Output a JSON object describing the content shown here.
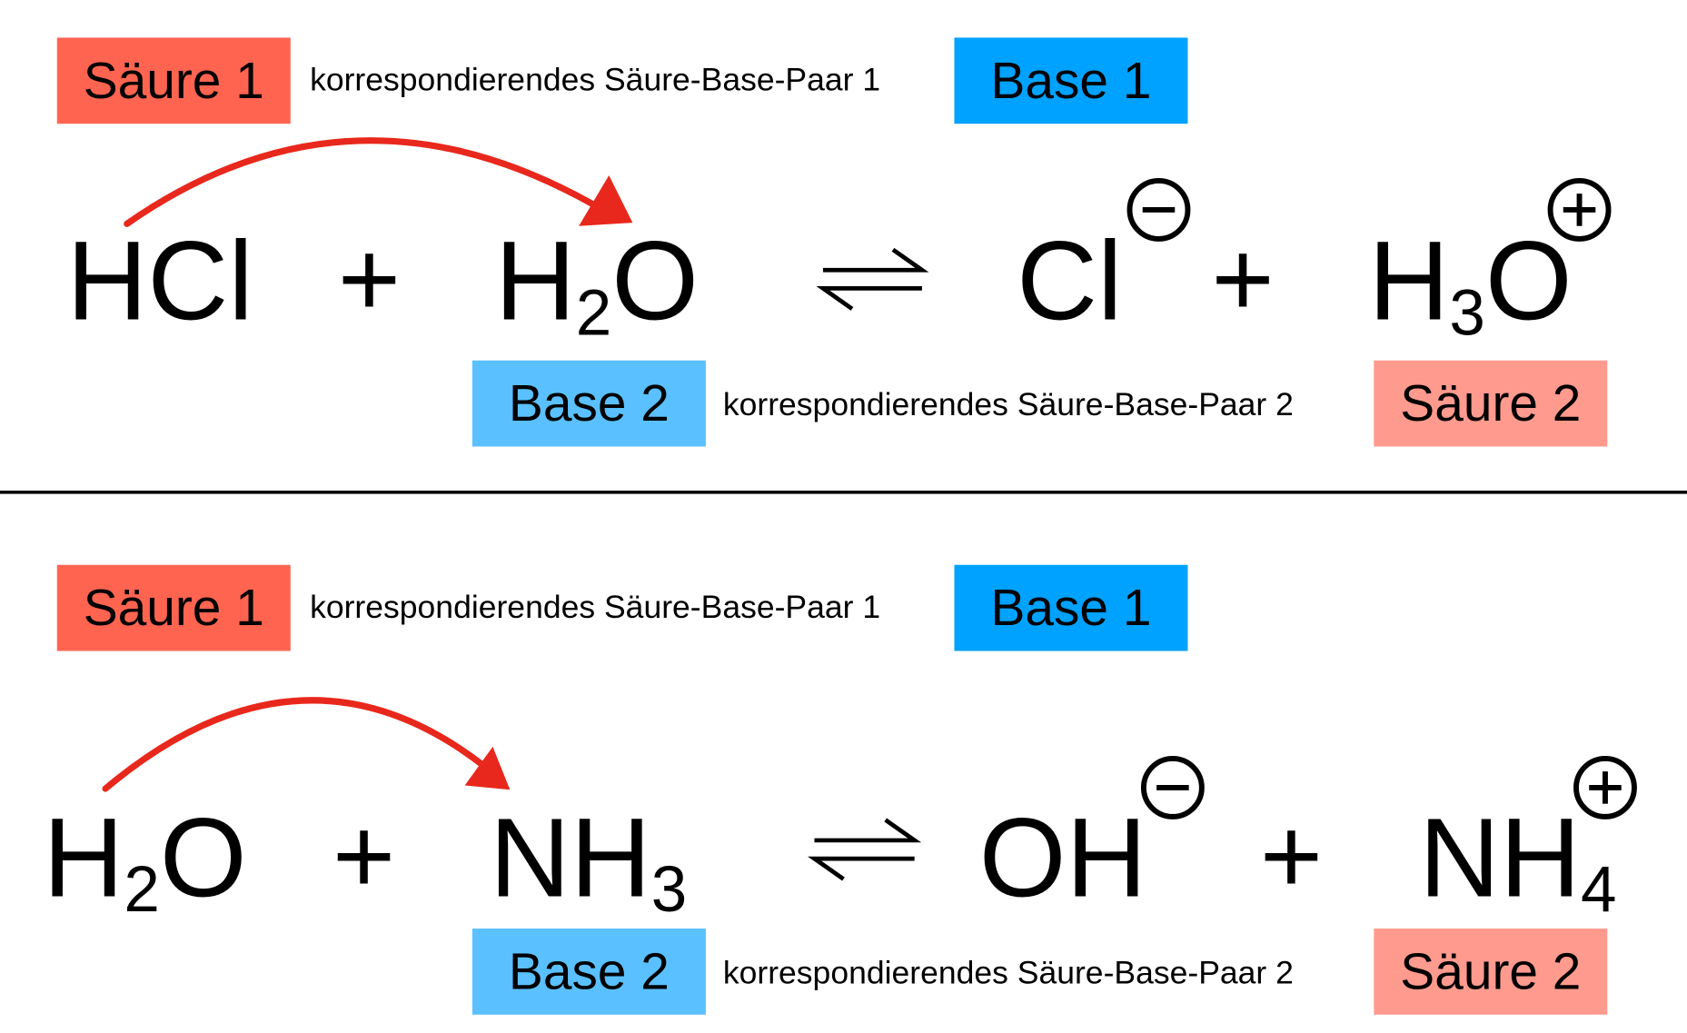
{
  "colors": {
    "acid1": "#FF6450",
    "base1": "#00A2FF",
    "base2": "#5AC0FF",
    "acid2": "#FF9A8E",
    "arrow": "#E8281C"
  },
  "equations": [
    {
      "labels": {
        "acid1": "Säure 1",
        "pair1": "korrespondierendes Säure-Base-Paar 1",
        "base1": "Base 1",
        "base2": "Base 2",
        "pair2": "korrespondierendes Säure-Base-Paar 2",
        "acid2": "Säure 2"
      },
      "reactant1": {
        "main": "HCl",
        "sub": "",
        "tail": ""
      },
      "plus1": "+",
      "reactant2": {
        "main": "H",
        "sub": "2",
        "tail": "O"
      },
      "product1": {
        "main": "Cl",
        "sub": "",
        "tail": "",
        "charge": "minus"
      },
      "plus2": "+",
      "product2": {
        "main": "H",
        "sub": "3",
        "tail": "O",
        "charge": "plus"
      }
    },
    {
      "labels": {
        "acid1": "Säure 1",
        "pair1": "korrespondierendes Säure-Base-Paar 1",
        "base1": "Base 1",
        "base2": "Base 2",
        "pair2": "korrespondierendes Säure-Base-Paar 2",
        "acid2": "Säure 2"
      },
      "reactant1": {
        "main": "H",
        "sub": "2",
        "tail": "O"
      },
      "plus1": "+",
      "reactant2": {
        "main": "NH",
        "sub": "3",
        "tail": ""
      },
      "product1": {
        "main": "OH",
        "sub": "",
        "tail": "",
        "charge": "minus"
      },
      "plus2": "+",
      "product2": {
        "main": "NH",
        "sub": "4",
        "tail": "",
        "charge": "plus"
      }
    }
  ]
}
